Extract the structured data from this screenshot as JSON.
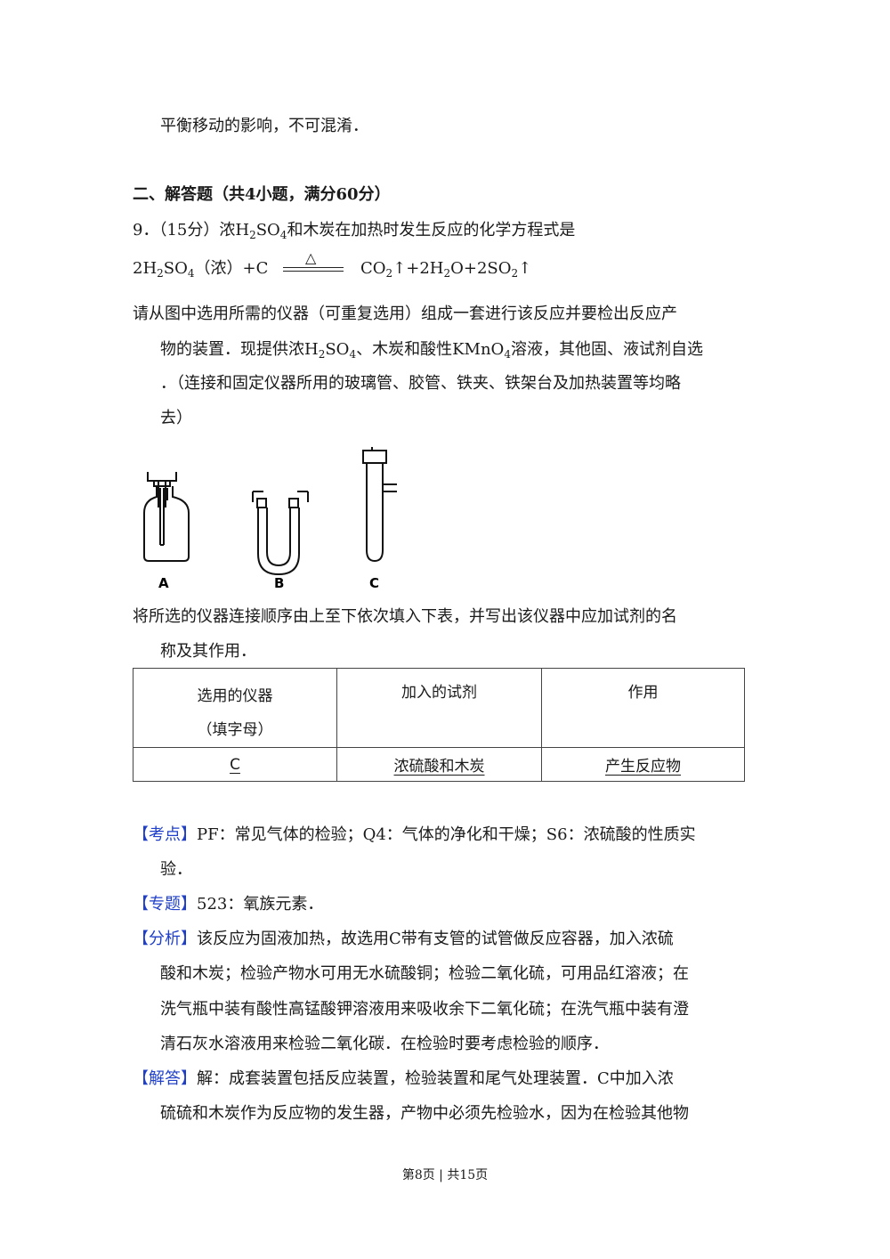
{
  "top_line": "平衡移动的影响，不可混淆．",
  "section_title": "二、解答题（共4小题，满分60分）",
  "q9": {
    "number": "9．",
    "score": "（15分）",
    "intro_a": "浓H",
    "intro_sub1": "2",
    "intro_b": "SO",
    "intro_sub2": "4",
    "intro_c": "和木炭在加热时发生反应的化学方程式是",
    "eq_lhs_a": "2H",
    "eq_lhs_sub1": "2",
    "eq_lhs_b": "SO",
    "eq_lhs_sub2": "4",
    "eq_lhs_c": "（浓）+C",
    "eq_condition": "△",
    "eq_rhs_a": "CO",
    "eq_rhs_sub1": "2",
    "eq_rhs_b": "↑+2H",
    "eq_rhs_sub2": "2",
    "eq_rhs_c": "O+2SO",
    "eq_rhs_sub3": "2",
    "eq_rhs_d": "↑",
    "para1_l1": "请从图中选用所需的仪器（可重复选用）组成一套进行该反应并要检出反应产",
    "para1_l2a": "物的装置．现提供浓H",
    "para1_l2sub1": "2",
    "para1_l2b": "SO",
    "para1_l2sub2": "4",
    "para1_l2c": "、木炭和酸性KMnO",
    "para1_l2sub3": "4",
    "para1_l2d": "溶液，其他固、液试剂自选",
    "para1_l3": "．（连接和固定仪器所用的玻璃管、胶管、铁夹、铁架台及加热装置等均略",
    "para1_l4": "去）",
    "apparatus_labels": [
      "A",
      "B",
      "C"
    ],
    "para2_l1": "将所选的仪器连接顺序由上至下依次填入下表，并写出该仪器中应加试剂的名",
    "para2_l2": "称及其作用．",
    "table": {
      "h1_l1": "选用的仪器",
      "h1_l2": "（填字母）",
      "h2": "加入的试剂",
      "h3": "作用",
      "r1c1": "C",
      "r1c2": "浓硫酸和木炭",
      "r1c3": "产生反应物"
    }
  },
  "kaodian": {
    "tag": "【考点】",
    "l1": "PF：常见气体的检验；Q4：气体的净化和干燥；S6：浓硫酸的性质实",
    "l2": "验．"
  },
  "zhuanti": {
    "tag": "【专题】",
    "l1": "523：氧族元素．"
  },
  "fenxi": {
    "tag": "【分析】",
    "l1": "该反应为固液加热，故选用C带有支管的试管做反应容器，加入浓硫",
    "l2": "酸和木炭；检验产物水可用无水硫酸铜；检验二氧化硫，可用品红溶液；在",
    "l3": "洗气瓶中装有酸性高锰酸钾溶液用来吸收余下二氧化硫；在洗气瓶中装有澄",
    "l4": "清石灰水溶液用来检验二氧化碳．在检验时要考虑检验的顺序．"
  },
  "jieda": {
    "tag": "【解答】",
    "l1": "解：成套装置包括反应装置，检验装置和尾气处理装置．C中加入浓",
    "l2": "硫硫和木炭作为反应物的发生器，产物中必须先检验水，因为在检验其他物"
  },
  "footer": "第8页 | 共15页"
}
